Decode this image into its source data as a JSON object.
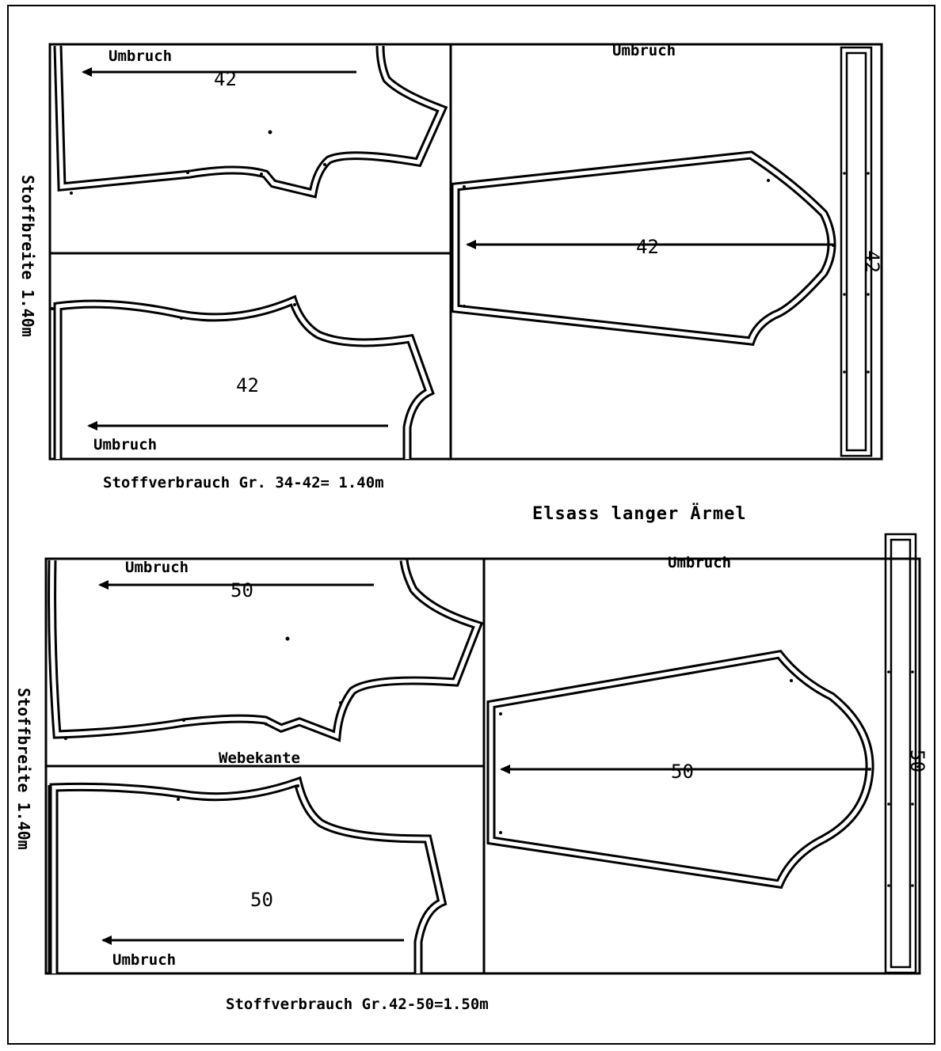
{
  "title": "Elsass langer Ärmel",
  "layout_top": {
    "fabric_width": "Stoffbreite 1.40m",
    "consumption": "Stoffverbrauch Gr. 34-42= 1.40m",
    "fold_label": "Umbruch",
    "size": "42",
    "pieces": [
      {
        "name": "back",
        "fold_label": "Umbruch",
        "size": "42"
      },
      {
        "name": "front",
        "fold_label": "Umbruch",
        "size": "42"
      },
      {
        "name": "sleeve",
        "fold_label": "Umbruch",
        "size": "42"
      },
      {
        "name": "cuff-strip",
        "size": "42"
      }
    ]
  },
  "layout_bottom": {
    "fabric_width": "Stoffbreite 1.40m",
    "consumption": "Stoffverbrauch Gr.42-50=1.50m",
    "selvage_label": "Webekante",
    "fold_label": "Umbruch",
    "size": "50",
    "pieces": [
      {
        "name": "back",
        "fold_label": "Umbruch",
        "size": "50"
      },
      {
        "name": "front",
        "fold_label": "Umbruch",
        "size": "50"
      },
      {
        "name": "sleeve",
        "fold_label": "Umbruch",
        "size": "50"
      },
      {
        "name": "cuff-strip",
        "size": "50"
      }
    ]
  }
}
